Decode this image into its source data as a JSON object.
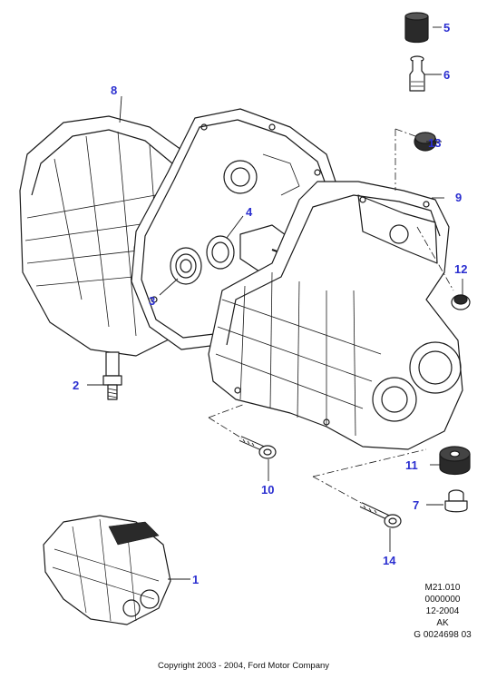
{
  "callouts": {
    "c1": "1",
    "c2": "2",
    "c3": "3",
    "c4": "4",
    "c5": "5",
    "c6": "6",
    "c7": "7",
    "c8": "8",
    "c9": "9",
    "c10": "10",
    "c11": "11",
    "c12": "12",
    "c13": "13",
    "c14": "14"
  },
  "reference": {
    "line1": "M21.010",
    "line2": "0000000",
    "line3": "12-2004",
    "line4": "AK",
    "line5": "G 0024698 03"
  },
  "footer": {
    "copyright": "Copyright 2003 - 2004, Ford Motor Company"
  },
  "colors": {
    "callout": "#2b2fd0",
    "line": "#1a1a1a",
    "dark_part": "#2a2a2a"
  }
}
